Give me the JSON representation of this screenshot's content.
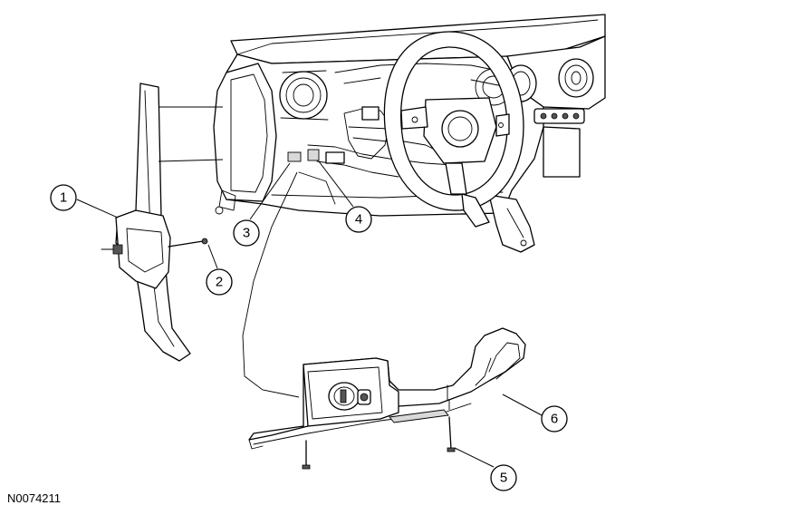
{
  "figure_id": "N0074211",
  "callouts": [
    {
      "label": "1"
    },
    {
      "label": "2"
    },
    {
      "label": "3"
    },
    {
      "label": "4"
    },
    {
      "label": "5"
    },
    {
      "label": "6"
    }
  ]
}
